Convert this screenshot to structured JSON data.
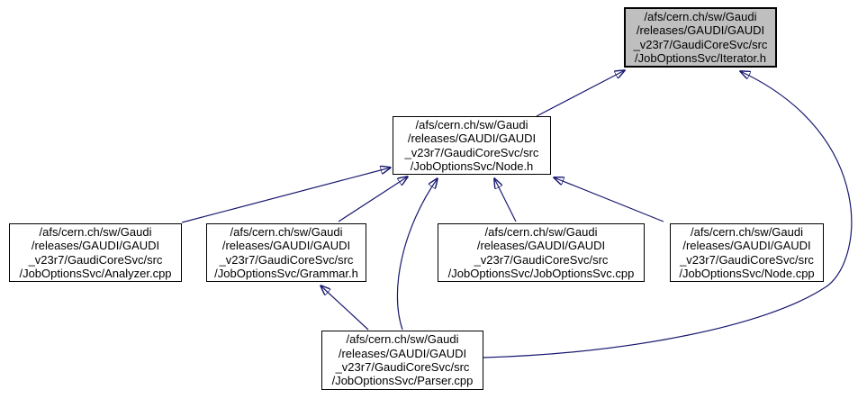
{
  "diagram": {
    "type": "include-dependency-graph",
    "colors": {
      "edge": "#191970",
      "node_border": "#000000",
      "node_fill": "#ffffff",
      "highlight_fill": "#bfbfbf",
      "background": "#ffffff",
      "text": "#000000"
    },
    "nodes": {
      "iterator_h": {
        "label": "/afs/cern.ch/sw/Gaudi\n/releases/GAUDI/GAUDI\n_v23r7/GaudiCoreSvc/src\n/JobOptionsSvc/Iterator.h",
        "highlighted": true
      },
      "node_h": {
        "label": "/afs/cern.ch/sw/Gaudi\n/releases/GAUDI/GAUDI\n_v23r7/GaudiCoreSvc/src\n/JobOptionsSvc/Node.h",
        "highlighted": false
      },
      "analyzer_cpp": {
        "label": "/afs/cern.ch/sw/Gaudi\n/releases/GAUDI/GAUDI\n_v23r7/GaudiCoreSvc/src\n/JobOptionsSvc/Analyzer.cpp",
        "highlighted": false
      },
      "grammar_h": {
        "label": "/afs/cern.ch/sw/Gaudi\n/releases/GAUDI/GAUDI\n_v23r7/GaudiCoreSvc/src\n/JobOptionsSvc/Grammar.h",
        "highlighted": false
      },
      "joboptionssvc_cpp": {
        "label": "/afs/cern.ch/sw/Gaudi\n/releases/GAUDI/GAUDI\n_v23r7/GaudiCoreSvc/src\n/JobOptionsSvc/JobOptionsSvc.cpp",
        "highlighted": false
      },
      "node_cpp": {
        "label": "/afs/cern.ch/sw/Gaudi\n/releases/GAUDI/GAUDI\n_v23r7/GaudiCoreSvc/src\n/JobOptionsSvc/Node.cpp",
        "highlighted": false
      },
      "parser_cpp": {
        "label": "/afs/cern.ch/sw/Gaudi\n/releases/GAUDI/GAUDI\n_v23r7/GaudiCoreSvc/src\n/JobOptionsSvc/Parser.cpp",
        "highlighted": false
      }
    },
    "edges": [
      {
        "from": "node_h",
        "to": "iterator_h"
      },
      {
        "from": "parser_cpp",
        "to": "iterator_h"
      },
      {
        "from": "analyzer_cpp",
        "to": "node_h"
      },
      {
        "from": "grammar_h",
        "to": "node_h"
      },
      {
        "from": "parser_cpp",
        "to": "node_h"
      },
      {
        "from": "joboptionssvc_cpp",
        "to": "node_h"
      },
      {
        "from": "node_cpp",
        "to": "node_h"
      },
      {
        "from": "parser_cpp",
        "to": "grammar_h"
      }
    ]
  }
}
